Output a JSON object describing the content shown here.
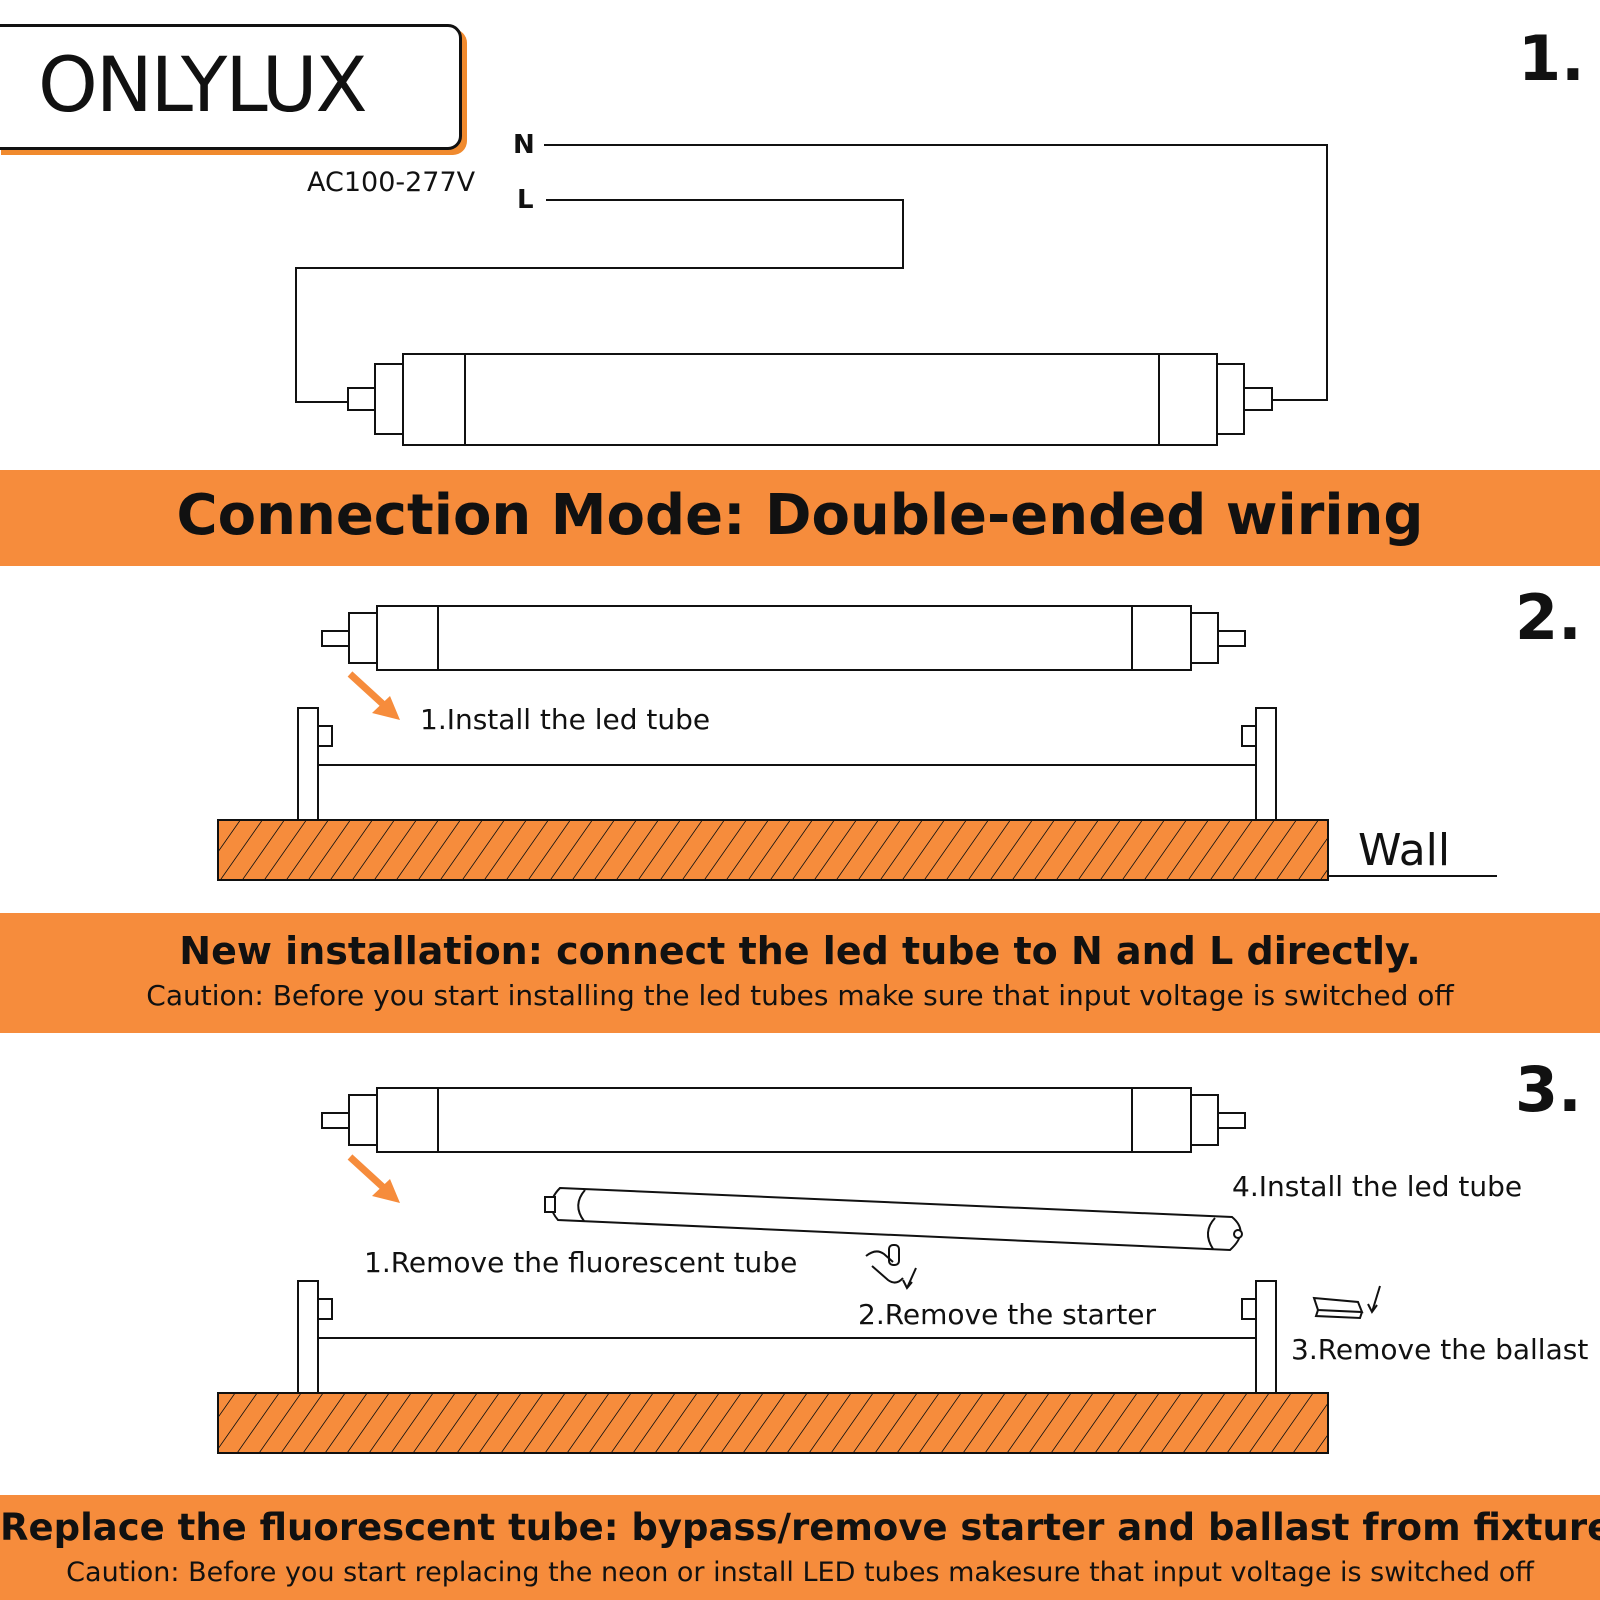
{
  "brand": {
    "logo_text": "ONLYLUX",
    "accent_color": "#f68c3c"
  },
  "section1": {
    "number": "1.",
    "voltage": "AC100-277V",
    "neutral_label": "N",
    "live_label": "L",
    "banner": "Connection Mode: Double-ended wiring"
  },
  "section2": {
    "number": "2.",
    "step_label": "1.Install the led tube",
    "wall_label": "Wall",
    "banner_title": "New installation: connect the led tube to N and L directly.",
    "banner_caution": "Caution: Before you start installing the led tubes make sure that input voltage is switched off"
  },
  "section3": {
    "number": "3.",
    "step1": "1.Remove the fluorescent tube",
    "step2": "2.Remove the starter",
    "step3": "3.Remove the ballast",
    "step4": "4.Install the led tube",
    "banner_title": "Replace the fluorescent tube: bypass/remove starter and ballast from fixture",
    "banner_caution": "Caution: Before you start replacing the neon or install LED tubes makesure that input voltage is switched off"
  },
  "icons": {
    "arrow": "orange-diagonal-arrow",
    "starter": "hand-starter-icon",
    "ballast": "ballast-icon"
  }
}
